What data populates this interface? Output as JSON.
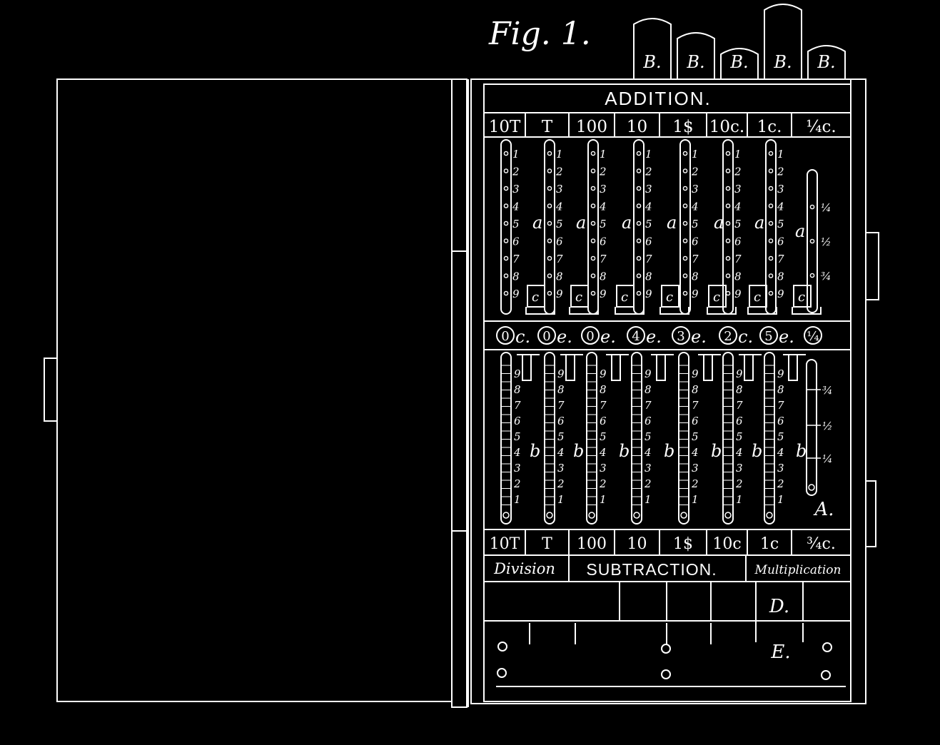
{
  "figure_label": "Fig. 1.",
  "top_tabs": [
    "B.",
    "B.",
    "B.",
    "B.",
    "B."
  ],
  "addition_header": "ADDITION.",
  "columns": [
    "10T",
    "T",
    "100",
    "10",
    "1$",
    "10c.",
    "1c.",
    "¼c."
  ],
  "bottom_columns": [
    "10T",
    "T",
    "100",
    "10",
    "1$",
    "10c",
    "1c",
    "¾c."
  ],
  "upper_digits": [
    "1",
    "2",
    "3",
    "4",
    "5",
    "6",
    "7",
    "8",
    "9"
  ],
  "lower_digits": [
    "9",
    "8",
    "7",
    "6",
    "5",
    "4",
    "3",
    "2",
    "1"
  ],
  "upper_fraction_marks": [
    "¼",
    "½",
    "¾"
  ],
  "lower_fraction_marks": [
    "¾",
    "½",
    "¼"
  ],
  "slot_letter_upper": "a",
  "slot_letter_lower": "b",
  "hook_letter": "c",
  "result_row": [
    {
      "digit": "0",
      "mark": "c."
    },
    {
      "digit": "0",
      "mark": "e."
    },
    {
      "digit": "0",
      "mark": "e."
    },
    {
      "digit": "4",
      "mark": "e."
    },
    {
      "digit": "3",
      "mark": "e."
    },
    {
      "digit": "2",
      "mark": "c."
    },
    {
      "digit": "5",
      "mark": "e."
    },
    {
      "digit": "¼",
      "mark": ""
    }
  ],
  "label_a": "A.",
  "label_d": "D.",
  "label_e": "E.",
  "footer": {
    "division": "Division",
    "subtraction": "SUBTRACTION.",
    "multiplication": "Multiplication"
  },
  "colors": {
    "background": "#000000",
    "ink": "#ffffff"
  }
}
